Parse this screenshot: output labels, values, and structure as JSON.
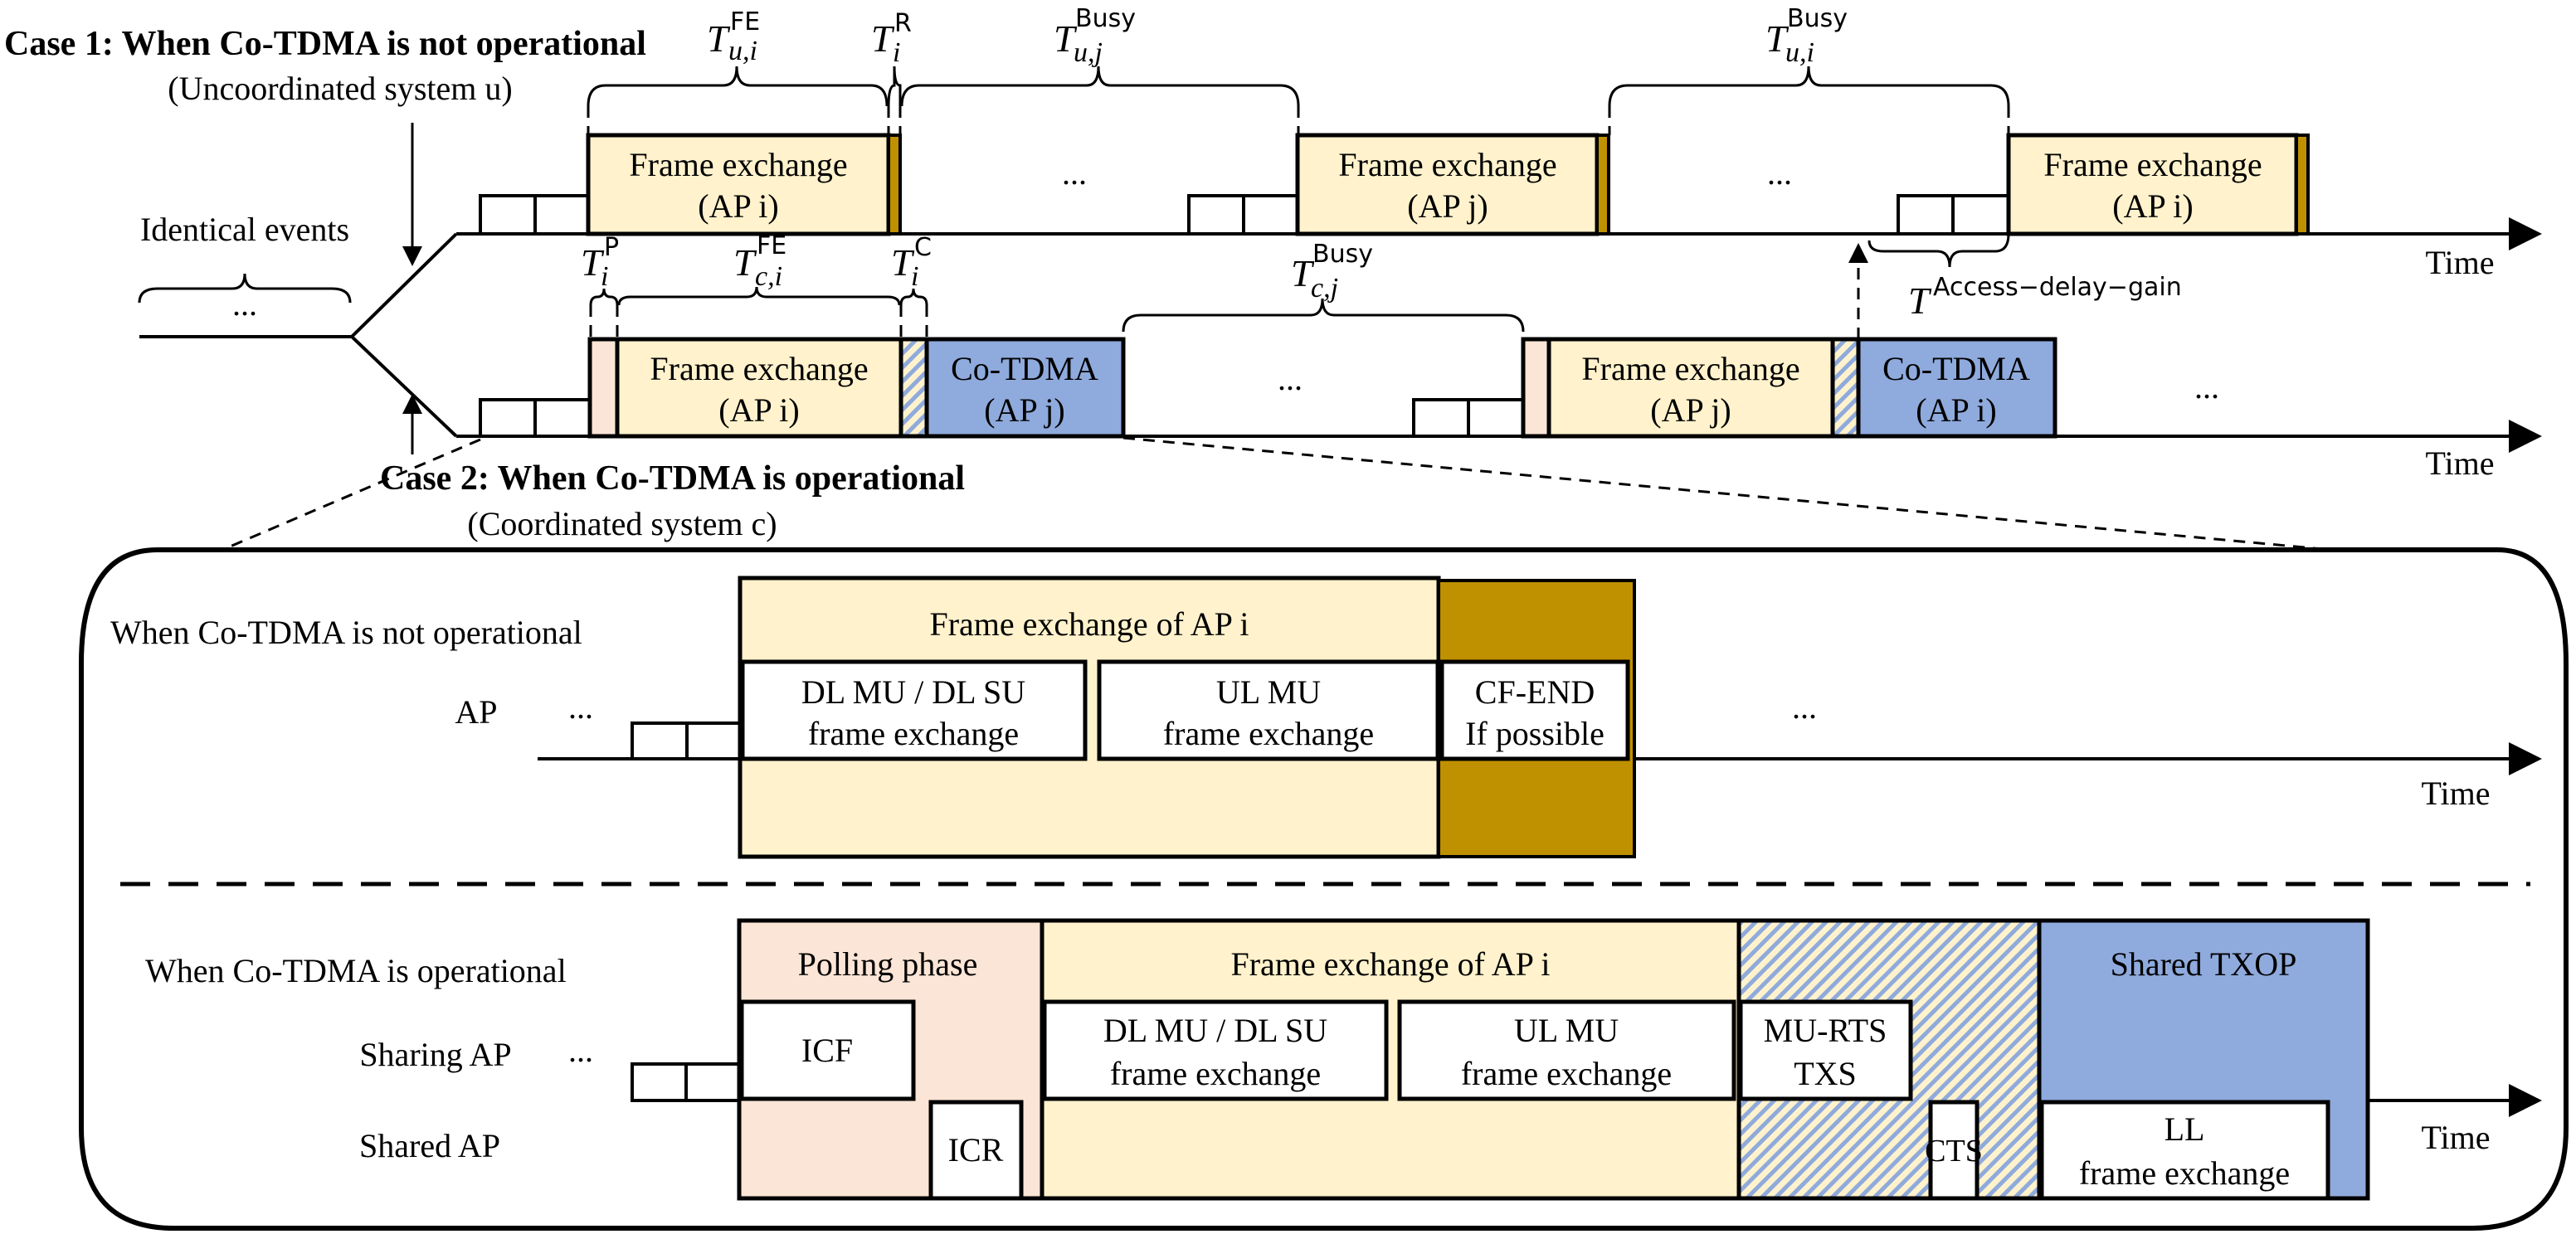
{
  "colors": {
    "frame_exchange": "#FFF2CC",
    "cf_end": "#BF9000",
    "polling": "#FBE5D6",
    "co_tdma": "#8FAADC",
    "hatch_line": "#8FAADC"
  },
  "case1": {
    "title": "Case 1: When Co-TDMA is not operational",
    "subtitle": "(Uncoordinated system u)"
  },
  "case2": {
    "title": "Case 2: When Co-TDMA is operational",
    "subtitle": "(Coordinated system c)"
  },
  "identical_events": {
    "label": "Identical events",
    "ellipsis": "..."
  },
  "top_row": {
    "boxes": [
      {
        "line1": "Frame exchange",
        "line2": "(AP i)"
      },
      {
        "line1": "Frame exchange",
        "line2": "(AP j)"
      },
      {
        "line1": "Frame exchange",
        "line2": "(AP i)"
      }
    ],
    "ellipsis": "...",
    "time_label": "Time"
  },
  "bottom_row": {
    "fe_boxes": [
      {
        "line1": "Frame exchange",
        "line2": "(AP i)"
      },
      {
        "line1": "Frame exchange",
        "line2": "(AP j)"
      }
    ],
    "cotdma_boxes": [
      {
        "line1": "Co-TDMA",
        "line2": "(AP j)"
      },
      {
        "line1": "Co-TDMA",
        "line2": "(AP i)"
      }
    ],
    "ellipsis": "...",
    "time_label": "Time"
  },
  "durations": {
    "t_fe_u_i": {
      "base": "T",
      "sup": "FE",
      "sub": "u,i"
    },
    "t_r_i": {
      "base": "T",
      "sup": "R",
      "sub": "i"
    },
    "t_busy_u_j": {
      "base": "T",
      "sup": "Busy",
      "sub": "u,j"
    },
    "t_busy_u_i": {
      "base": "T",
      "sup": "Busy",
      "sub": "u,i"
    },
    "t_p_i": {
      "base": "T",
      "sup": "P",
      "sub": "i"
    },
    "t_fe_c_i": {
      "base": "T",
      "sup": "FE",
      "sub": "c,i"
    },
    "t_c_i": {
      "base": "T",
      "sup": "C",
      "sub": "i"
    },
    "t_busy_c_j": {
      "base": "T",
      "sup": "Busy",
      "sub": "c,j"
    },
    "t_access_gain": {
      "base": "T",
      "sup": "Access−delay−gain"
    }
  },
  "detail": {
    "not_operational": {
      "heading": "When Co-TDMA is not operational",
      "ap_label": "AP",
      "ellipsis_left": "...",
      "ellipsis_right": "...",
      "frame_exchange_title": "Frame exchange of AP i",
      "dl_box": {
        "line1": "DL MU / DL SU",
        "line2": "frame exchange"
      },
      "ul_box": {
        "line1": "UL MU",
        "line2": "frame exchange"
      },
      "cf_end_box": {
        "line1": "CF-END",
        "line2": "If possible"
      },
      "time_label": "Time"
    },
    "operational": {
      "heading": "When Co-TDMA is operational",
      "sharing_ap_label": "Sharing AP",
      "shared_ap_label": "Shared AP",
      "ellipsis_left": "...",
      "polling_title": "Polling phase",
      "icf": "ICF",
      "icr": "ICR",
      "frame_exchange_title": "Frame exchange of AP i",
      "dl_box": {
        "line1": "DL MU / DL SU",
        "line2": "frame exchange"
      },
      "ul_box": {
        "line1": "UL MU",
        "line2": "frame exchange"
      },
      "mu_rts_box": {
        "line1": "MU-RTS",
        "line2": "TXS"
      },
      "cts": "CTS",
      "shared_txop_title": "Shared TXOP",
      "ll_box": {
        "line1": "LL",
        "line2": "frame exchange"
      },
      "time_label": "Time"
    }
  }
}
